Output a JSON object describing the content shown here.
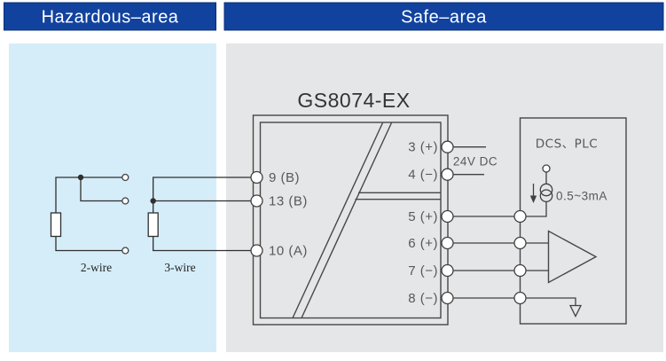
{
  "headers": {
    "hazardous": "Hazardous–area",
    "safe": "Safe–area"
  },
  "hazardous_area": {
    "sensor_2wire_label": "2-wire",
    "sensor_3wire_label": "3-wire"
  },
  "device": {
    "title": "GS8074-EX",
    "left_terminals": [
      {
        "label": "9 (B)"
      },
      {
        "label": "13 (B)"
      },
      {
        "label": "10 (A)"
      }
    ],
    "right_terminals": [
      {
        "label": "3 (+)"
      },
      {
        "label": "4 (−)"
      },
      {
        "label": "5 (+)"
      },
      {
        "label": "6 (+)"
      },
      {
        "label": "7 (−)"
      },
      {
        "label": "8 (−)"
      }
    ]
  },
  "safe_area": {
    "power_label": "24V DC",
    "dcs_label": "DCS、PLC",
    "current_range_label": "0.5~3mA"
  },
  "colors": {
    "header_blue": "#11429e",
    "header_border": "#0a2d74",
    "hazardous_panel": "#d5edf9",
    "safe_panel": "#e5e6e7",
    "line_dark": "#2f2f2f",
    "label_gray": "#585858"
  }
}
